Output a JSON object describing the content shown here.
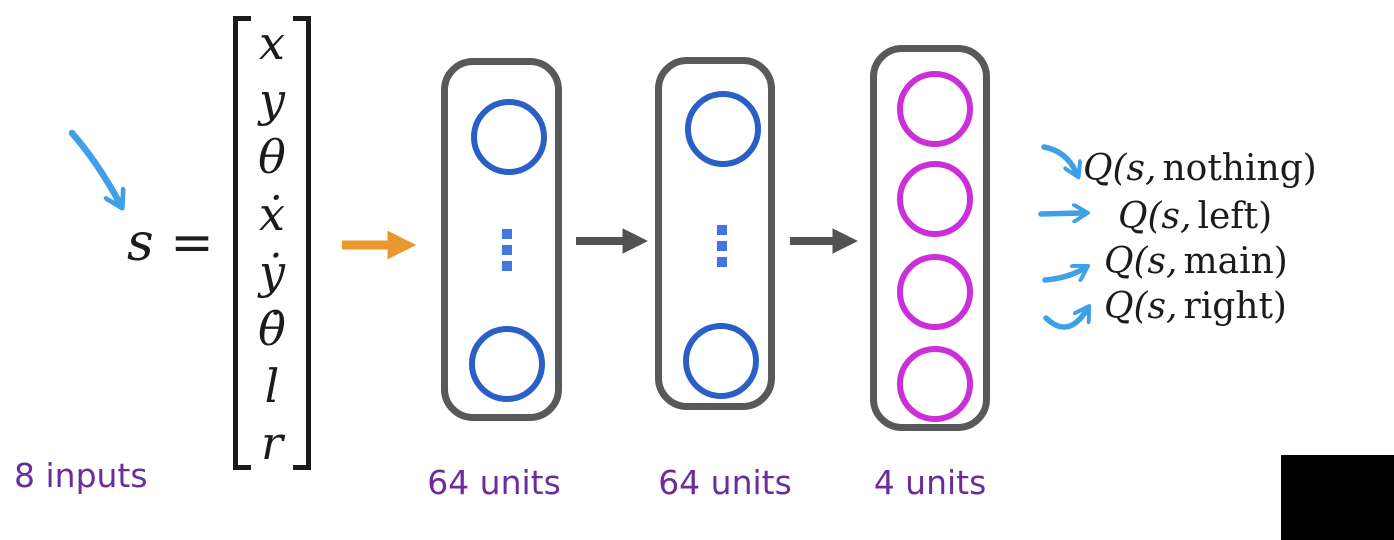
{
  "state": {
    "equation_lhs": "s =",
    "vector": [
      "x",
      "y",
      "θ",
      "ẋ",
      "ẏ",
      "θ̇",
      "l",
      "r"
    ],
    "label": "8 inputs"
  },
  "layers": [
    {
      "label": "64 units",
      "type": "hidden",
      "node_color": "#2a5fc7",
      "visible_nodes": 2,
      "has_ellipsis": true
    },
    {
      "label": "64 units",
      "type": "hidden",
      "node_color": "#2a5fc7",
      "visible_nodes": 2,
      "has_ellipsis": true
    },
    {
      "label": "4 units",
      "type": "output",
      "node_color": "#ca2fd8",
      "visible_nodes": 4,
      "has_ellipsis": false
    }
  ],
  "outputs": [
    {
      "prefix": "Q(s,",
      "action": "nothing)"
    },
    {
      "prefix": "Q(s,",
      "action": "left)"
    },
    {
      "prefix": "Q(s,",
      "action": "main)"
    },
    {
      "prefix": "Q(s,",
      "action": "right)"
    }
  ],
  "icons": {
    "input_pointer": "curved-arrow-down-right",
    "input_arrow": "arrow-right",
    "layer_arrows": "arrow-right",
    "output_arrows": [
      "curved-arrow-down-right",
      "arrow-right",
      "arrow-up-right",
      "curved-arrow-up-right"
    ]
  },
  "colors": {
    "node_blue": "#2a5fc7",
    "node_magenta": "#ca2fd8",
    "layer_border_gray": "#58595b",
    "arrow_gray": "#515254",
    "arrow_orange": "#e8982d",
    "arrow_blue": "#3da0e8",
    "label_purple": "#6b2d9e",
    "math_black": "#1b1b1b",
    "corner_box_black": "#000000"
  }
}
